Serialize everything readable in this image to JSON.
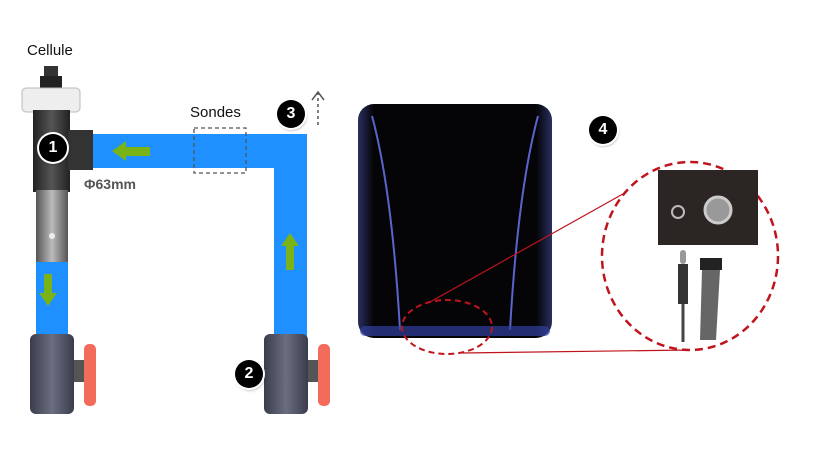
{
  "labels": {
    "cell": "Cellule",
    "probes": "Sondes",
    "diameter": "Φ63mm"
  },
  "badges": [
    "1",
    "2",
    "3",
    "4"
  ],
  "colors": {
    "pipe": "#1e90ff",
    "arrow": "#7ab317",
    "callout": "#c0141c",
    "device": "#060608"
  }
}
